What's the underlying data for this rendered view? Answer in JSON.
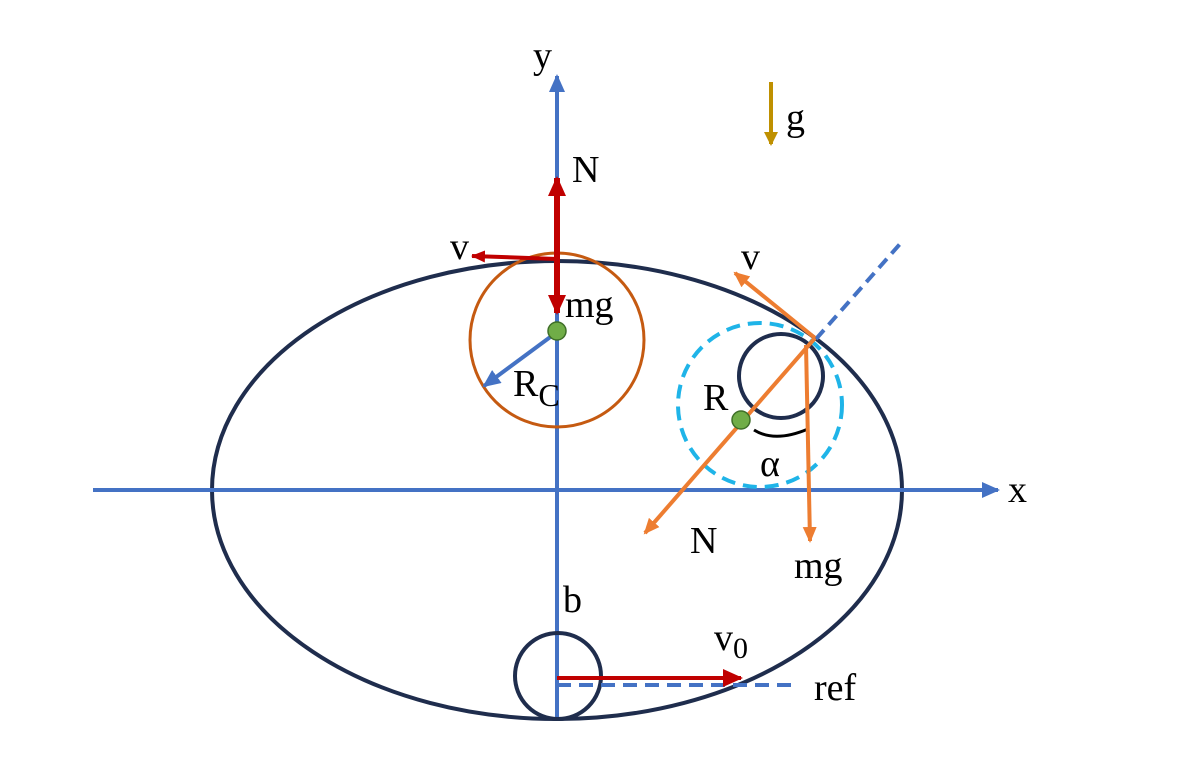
{
  "axes": {
    "x_label": "x",
    "y_label": "y"
  },
  "gravity": {
    "label": "g"
  },
  "top_position": {
    "normal_label": "N",
    "velocity_label": "v",
    "weight_label": "mg",
    "radius_label_main": "R",
    "radius_label_sub": "C"
  },
  "side_position": {
    "velocity_label": "v",
    "radius_label": "R",
    "angle_label": "α",
    "normal_label": "N",
    "weight_label": "mg"
  },
  "bottom_position": {
    "distance_label": "b",
    "velocity_label_main": "v",
    "velocity_label_sub": "0",
    "reference_label": "ref"
  },
  "colors": {
    "axis": "#4472C4",
    "ellipse": "#1F2D4D",
    "red_vector": "#C00000",
    "orange_vector": "#ED7D31",
    "gravity_arrow": "#BF9000",
    "curvature_circle_top": "#C55A11",
    "curvature_circle_side": "#1FB4E8",
    "center_dot": "#70AD47"
  }
}
